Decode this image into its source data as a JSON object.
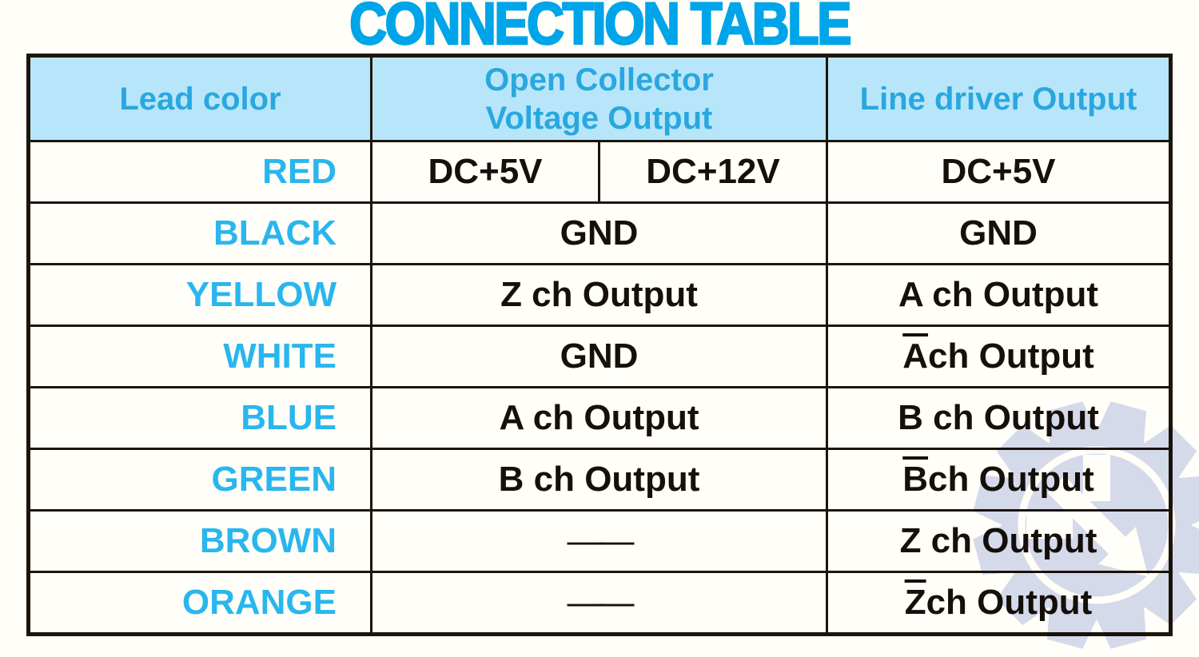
{
  "title": "CONNECTION TABLE",
  "colors": {
    "title_cyan": "#00a4e8",
    "header_text_cyan": "#2aa7df",
    "lead_text_cyan": "#29b6ef",
    "header_bg": "#b7e6fa",
    "border_dark": "#1d150b",
    "watermark_blue": "#cbd4ee"
  },
  "watermark": {
    "icon": "gear-k-arrow-logo"
  },
  "table": {
    "headers": {
      "lead": "Lead color",
      "open_collector_line1": "Open Collector",
      "open_collector_line2": "Voltage Output",
      "line_driver": "Line driver Output"
    },
    "rows": [
      {
        "lead": "RED",
        "oc1": "DC+5V",
        "oc2": "DC+12V",
        "ld": "DC+5V"
      },
      {
        "lead": "BLACK",
        "oc": "GND",
        "ld": "GND"
      },
      {
        "lead": "YELLOW",
        "oc": "Z ch Output",
        "ld": "A ch Output"
      },
      {
        "lead": "WHITE",
        "oc": "GND",
        "ld_over": "A",
        "ld_rest": " ch Output"
      },
      {
        "lead": "BLUE",
        "oc": "A ch Output",
        "ld": "B ch Output"
      },
      {
        "lead": "GREEN",
        "oc": "B ch Output",
        "ld_over": "B",
        "ld_rest": " ch Output"
      },
      {
        "lead": "BROWN",
        "oc": "——",
        "ld": "Z ch Output"
      },
      {
        "lead": "ORANGE",
        "oc": "——",
        "ld_over": "Z",
        "ld_rest": " ch Output"
      }
    ]
  }
}
